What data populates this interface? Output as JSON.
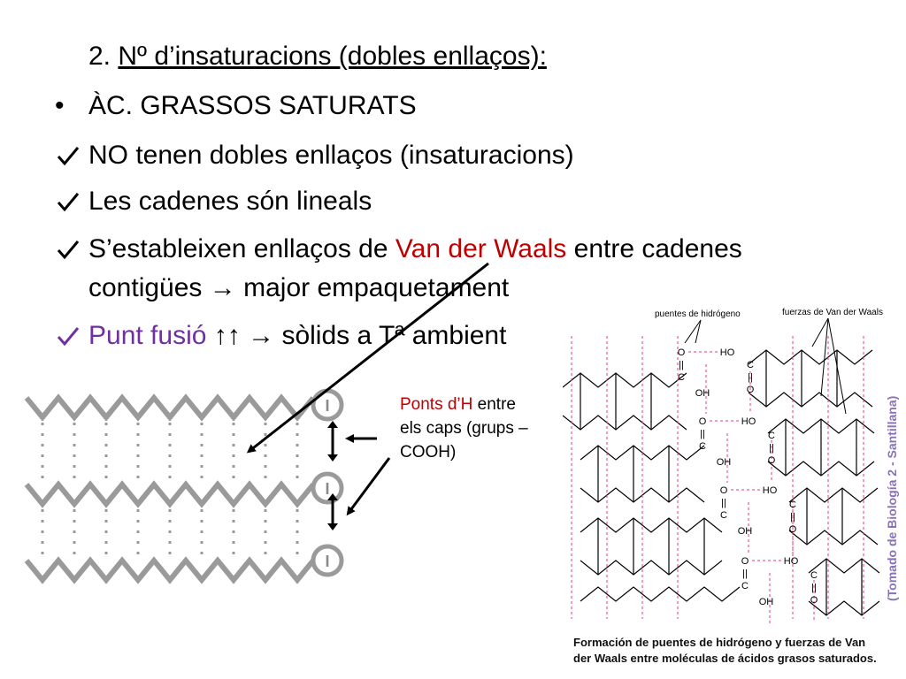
{
  "slide": {
    "heading": {
      "number": "2.",
      "text": "Nº d’insaturacions (dobles enllaços):"
    },
    "section_bullet": "•",
    "section_title": "ÀC. GRASSOS SATURATS",
    "check_mark": "check-icon",
    "points": [
      {
        "text": "NO tenen dobles enllaços (insaturacions)"
      },
      {
        "text": "Les cadenes són lineals"
      },
      {
        "text_a": "S’estableixen enllaços de ",
        "highlight": "Van der Waals",
        "text_b": " entre cadenes",
        "line2_a": "contigües ",
        "arrow": "→",
        "line2_b": " major empaquetament"
      },
      {
        "highlight": "Punt fusió ",
        "arrows": "↑↑",
        "arrow": "→",
        "text_b": " sòlids a Tª ambient"
      }
    ],
    "highlight_color": "#c00000",
    "purple_color": "#7030a0"
  },
  "left_figure": {
    "head_label": "I",
    "chains": 3
  },
  "callout": {
    "part1": "Ponts d’H",
    "part2": " entre",
    "line2": "els caps (grups –",
    "line3": "COOH)"
  },
  "right_figure": {
    "label_hbonds": "puentes de hidrógeno",
    "label_vdw": "fuerzas de Van der Waals",
    "groups": {
      "o": "O",
      "c": "C",
      "oh": "OH",
      "ho": "HO",
      "dbl": "||"
    },
    "caption_line1": "Formación de puentes de hidrógeno y fuerzas de Van",
    "caption_line2": "der Waals entre moléculas de ácidos grasos saturados.",
    "credit": "(Tomado de Biología 2 - Santillana)"
  }
}
